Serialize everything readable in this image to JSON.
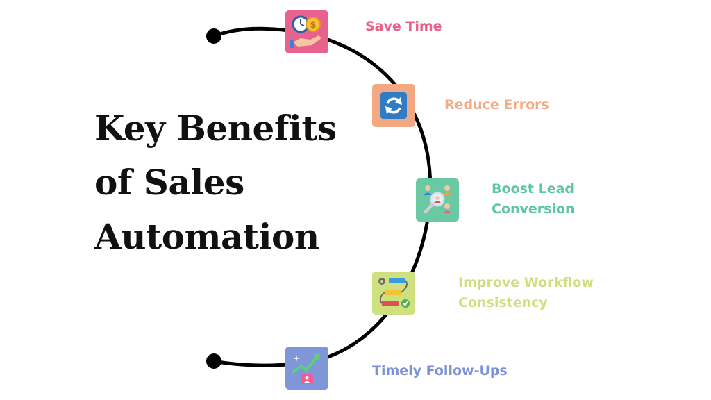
{
  "title": {
    "line1": "Key Benefits",
    "line2": "of Sales",
    "line3": "Automation"
  },
  "benefits": [
    {
      "label_lines": [
        "Save Time"
      ],
      "color": "#e8628a",
      "icon": "time-money-hand-icon"
    },
    {
      "label_lines": [
        "Reduce Errors"
      ],
      "color": "#f3ad86",
      "icon": "refresh-icon"
    },
    {
      "label_lines": [
        "Boost Lead",
        "Conversion"
      ],
      "color": "#5cc8a0",
      "icon": "lead-search-icon"
    },
    {
      "label_lines": [
        "Improve Workflow",
        "Consistency"
      ],
      "color": "#cde07e",
      "icon": "workflow-icon"
    },
    {
      "label_lines": [
        "Timely Follow-Ups"
      ],
      "color": "#7b93d6",
      "icon": "growth-chart-icon"
    }
  ],
  "colors": {
    "arc": "#000000",
    "title": "#111111",
    "tile_pink": "#e9618d",
    "tile_orange": "#f2a882",
    "tile_green": "#68c9a3",
    "tile_lime": "#cfe17f",
    "tile_blue": "#7f97d8"
  }
}
